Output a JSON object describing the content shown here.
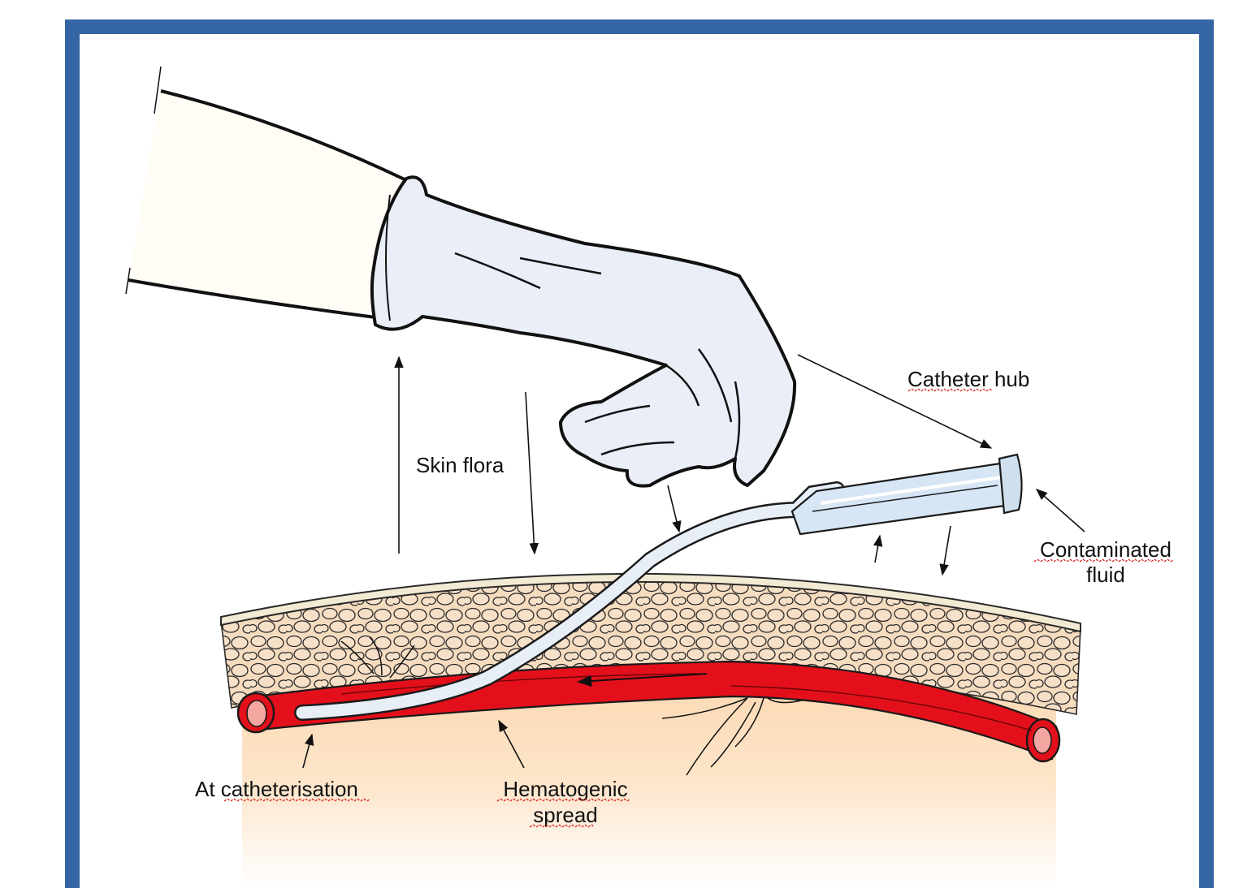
{
  "labels": {
    "catheter_hub": "Catheter hub",
    "skin_flora": "Skin flora",
    "contaminated_fluid_line1": "Contaminated",
    "contaminated_fluid_line2": "fluid",
    "at_catheterisation": "At catheterisation",
    "hematogenic_line1": "Hematogenic",
    "hematogenic_line2": "spread"
  },
  "colors": {
    "frame": "#3465a4",
    "vessel": "#e3101b",
    "fat_fill": "#f6dcbf",
    "tissue": "#fde2c4",
    "glove": "#e9eef7",
    "sleeve": "#fffdf5",
    "catheter": "#e8eef6",
    "skin_line": "#f2ead2"
  },
  "icons": [
    "glove-hand-illustration",
    "catheter-illustration",
    "blood-vessel-illustration",
    "skin-cross-section"
  ]
}
